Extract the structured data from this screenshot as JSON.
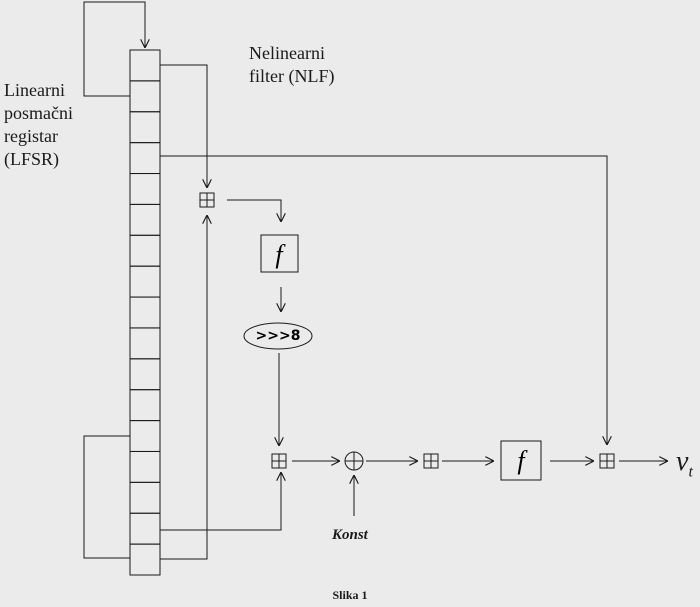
{
  "labels": {
    "lfsr": "Linearni\nposmačni\nregistar\n(LFSR)",
    "nlf": "Nelinearni\nfilter (NLF)",
    "function": "f",
    "shift": ">>>8",
    "constant": "Konst",
    "output_var": "v",
    "output_sub": "t",
    "caption": "Slika 1"
  },
  "register": {
    "cells": 17
  },
  "icons": {
    "adder": "boxed-plus-icon",
    "xor": "circled-plus-icon"
  },
  "colors": {
    "background": "#ebebeb",
    "line": "#1a1a1a"
  }
}
